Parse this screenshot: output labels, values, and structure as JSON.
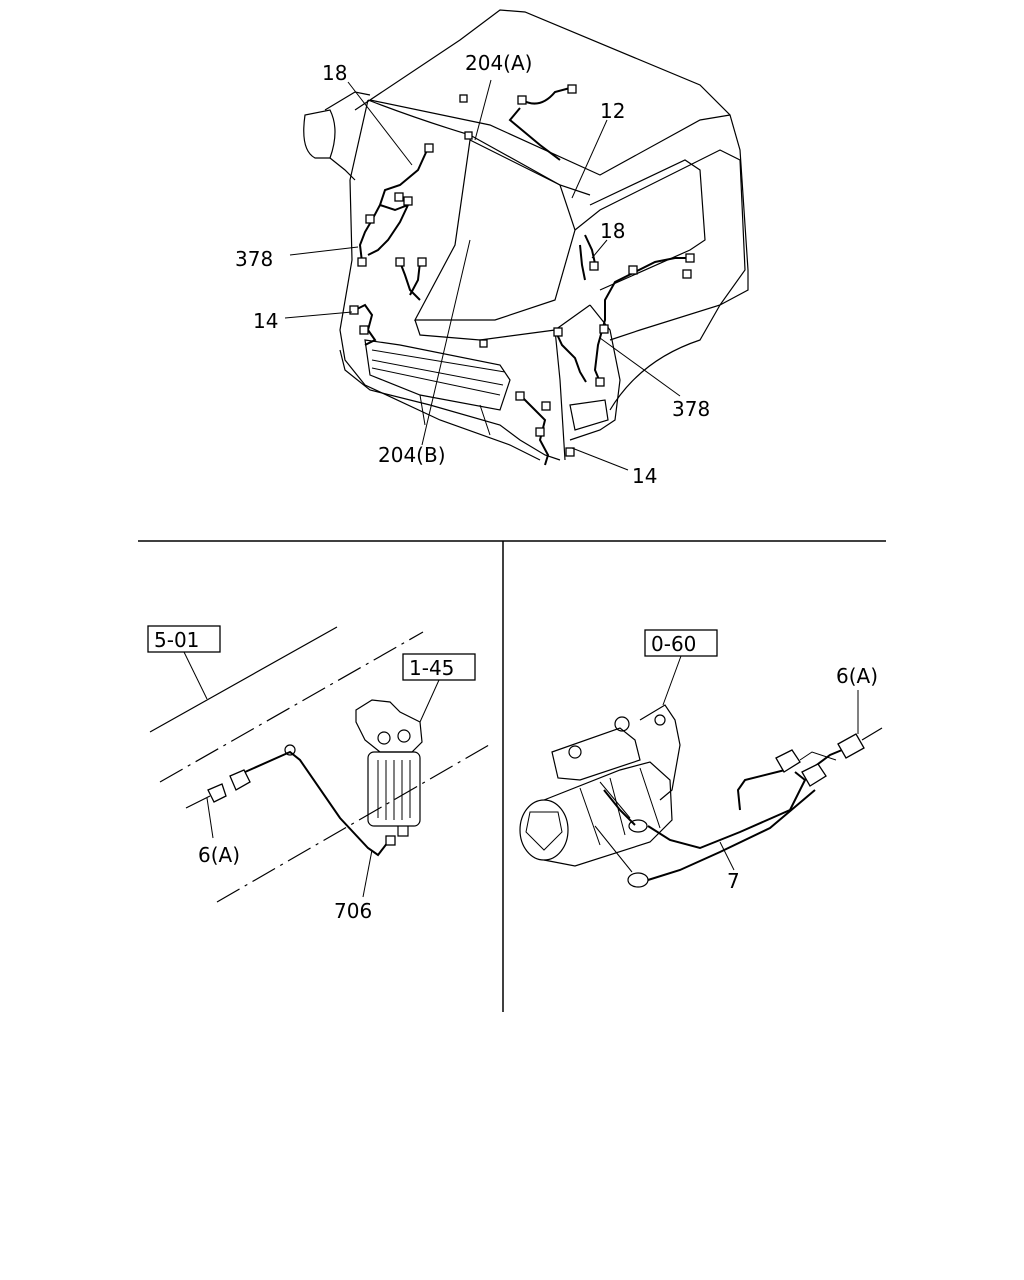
{
  "top_view": {
    "labels": {
      "l18a": "18",
      "l204a": "204(A)",
      "l12": "12",
      "l18b": "18",
      "l378a": "378",
      "l14a": "14",
      "l378b": "378",
      "l204b": "204(B)",
      "l14b": "14"
    }
  },
  "left_view": {
    "ref_boxes": {
      "r501": "5-01",
      "r145": "1-45"
    },
    "labels": {
      "l6a": "6(A)",
      "l706": "706"
    }
  },
  "right_view": {
    "ref_boxes": {
      "r060": "0-60"
    },
    "labels": {
      "l6a": "6(A)",
      "l7": "7"
    }
  }
}
